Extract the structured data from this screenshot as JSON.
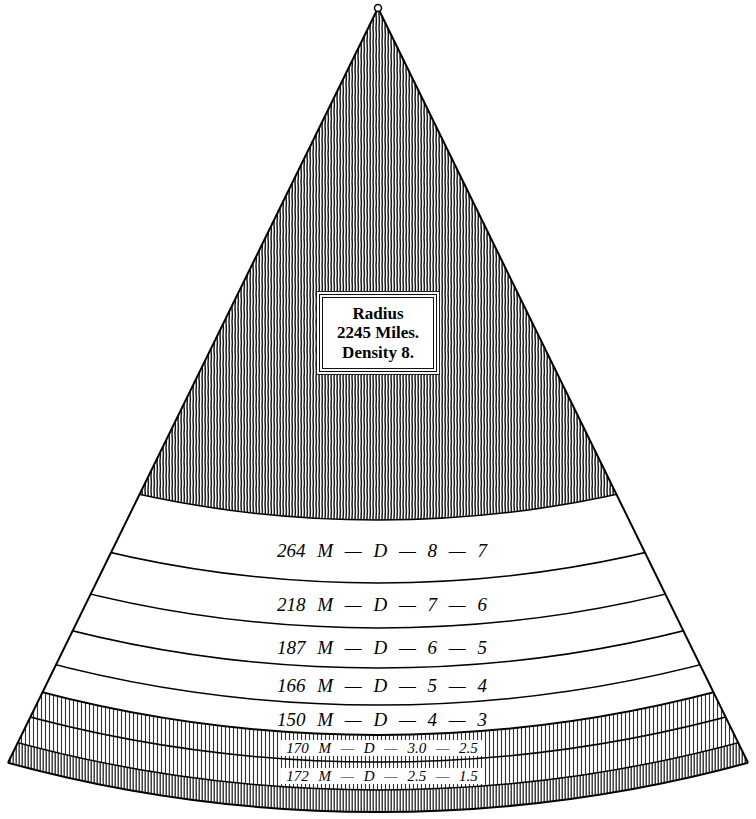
{
  "diagram": {
    "nodes": [
      {
        "text": [
          "Radius 2245 Miles. Density 8."
        ]
      },
      {
        "text": [
          "264 M — D — 8 — 7"
        ]
      },
      {
        "text": [
          "218 M — D — 7 — 6"
        ]
      },
      {
        "text": [
          "187 M — D — 6 — 5"
        ]
      },
      {
        "text": [
          "166 M — D — 5 — 4"
        ]
      },
      {
        "text": [
          "150 M — D — 4 — 3"
        ]
      },
      {
        "text": [
          "170 M — D — 3.0 — 2.5"
        ]
      },
      {
        "text": [
          "172 M — D — 2.5 — 1.5"
        ]
      }
    ]
  }
}
